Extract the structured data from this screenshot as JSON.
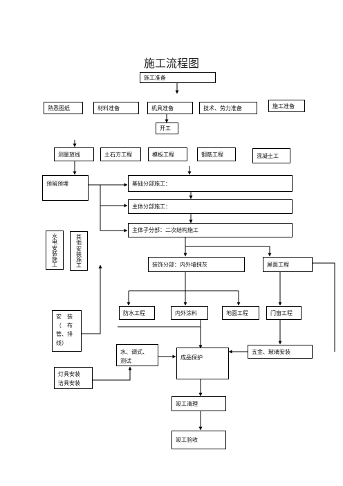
{
  "title": "施工流程图",
  "nodes": {
    "prep_main": "施工准备",
    "drawings": "熟悉图纸",
    "materials": "材料准备",
    "equipment": "机具准备",
    "labor": "技术、劳力准备",
    "prep_right": "施工准备",
    "start": "开工",
    "survey": "测量放线",
    "earthwork": "土石方工程",
    "formwork": "模板工程",
    "rebar": "钢筋工程",
    "concrete": "混凝土工",
    "embed": "预留预埋",
    "foundation": "基础分部施工：",
    "structure": "主体分部施工：",
    "secondary": "主体子分部：二次结构施工",
    "decoration": "装饰分部：内外墙抹灰",
    "roof": "屋面工程",
    "waterproof": "防水工程",
    "coating": "内外涂料",
    "floor": "地面工程",
    "doors": "门窗工程",
    "plumbing_elec": [
      "水",
      "电",
      "安",
      "装",
      "施",
      "工"
    ],
    "other_install": [
      "其",
      "他",
      "安",
      "装",
      "施",
      "工"
    ],
    "conduit_line1": "安　装",
    "conduit_line2": "（　布",
    "conduit_line3": "管、排",
    "conduit_line4": "线）",
    "testing_line1": "水、调式、",
    "testing_line2": "测试",
    "hardware": "五金、玻璃安装",
    "protection": "成品保护",
    "fixtures_line1": "灯具安装",
    "fixtures_line2": "洁具安装",
    "cleanup": "竣工清理",
    "acceptance": "竣工验收"
  }
}
